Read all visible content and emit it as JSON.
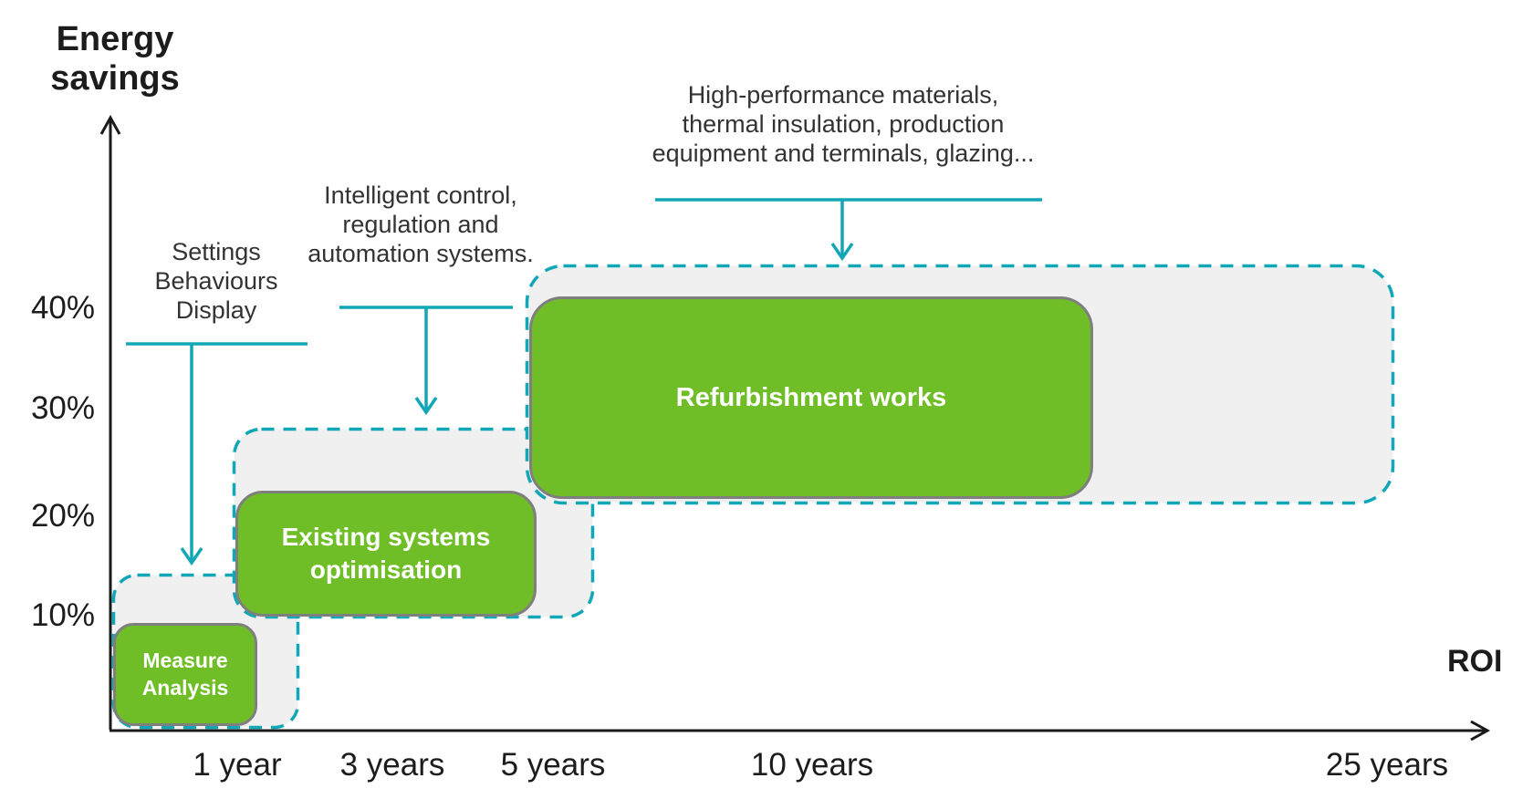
{
  "colors": {
    "teal": "#12a7b6",
    "green": "#6fbe27",
    "range_fill": "#f0f0f0",
    "green_box_border": "#7f7f7f",
    "axis": "#1a1a1a",
    "box_text": "#ffffff",
    "annotation_text": "#333333"
  },
  "y_axis": {
    "title_lines": [
      "Energy",
      "savings"
    ],
    "ticks": [
      "40%",
      "30%",
      "20%",
      "10%"
    ]
  },
  "x_axis": {
    "title": "ROI",
    "ticks": [
      "1 year",
      "3 years",
      "5 years",
      "10 years",
      "25 years"
    ]
  },
  "green_boxes": [
    {
      "label_lines": [
        "Measure",
        "Analysis"
      ]
    },
    {
      "label_lines": [
        "Existing systems",
        "optimisation"
      ]
    },
    {
      "label_lines": [
        "Refurbishment works"
      ]
    }
  ],
  "annotations": [
    {
      "lines": [
        "Settings",
        "Behaviours",
        "Display"
      ]
    },
    {
      "lines": [
        "Intelligent control,",
        "regulation and",
        "automation systems."
      ]
    },
    {
      "lines": [
        "High-performance materials,",
        "thermal insulation, production",
        "equipment and terminals, glazing..."
      ]
    }
  ],
  "chart_data": {
    "type": "area",
    "title": "",
    "xlabel": "ROI",
    "ylabel": "Energy savings",
    "x_tick_labels": [
      "1 year",
      "3 years",
      "5 years",
      "10 years",
      "25 years"
    ],
    "y_tick_labels": [
      "10%",
      "20%",
      "30%",
      "40%"
    ],
    "xlim_years": [
      0,
      27
    ],
    "ylim_pct": [
      0,
      47
    ],
    "grid": false,
    "legend_position": "none",
    "series": [
      {
        "name": "Measure / Analysis",
        "range_roi_years": [
          0,
          1.8
        ],
        "range_energy_savings_pct": [
          0,
          14
        ],
        "core_roi_years": [
          0,
          1.3
        ],
        "core_energy_savings_pct": [
          0,
          9
        ]
      },
      {
        "name": "Existing systems optimisation",
        "range_roi_years": [
          1,
          5.5
        ],
        "range_energy_savings_pct": [
          10,
          28
        ],
        "core_roi_years": [
          1,
          4.8
        ],
        "core_energy_savings_pct": [
          10,
          22
        ]
      },
      {
        "name": "Refurbishment works",
        "range_roi_years": [
          4.7,
          25
        ],
        "range_energy_savings_pct": [
          21,
          44
        ],
        "core_roi_years": [
          4.7,
          17.5
        ],
        "core_energy_savings_pct": [
          21,
          41
        ]
      }
    ],
    "annotations": [
      {
        "text": "Settings Behaviours Display",
        "target_series": "Measure / Analysis"
      },
      {
        "text": "Intelligent control, regulation and automation systems.",
        "target_series": "Existing systems optimisation"
      },
      {
        "text": "High-performance materials, thermal insulation, production equipment and terminals, glazing...",
        "target_series": "Refurbishment works"
      }
    ]
  }
}
